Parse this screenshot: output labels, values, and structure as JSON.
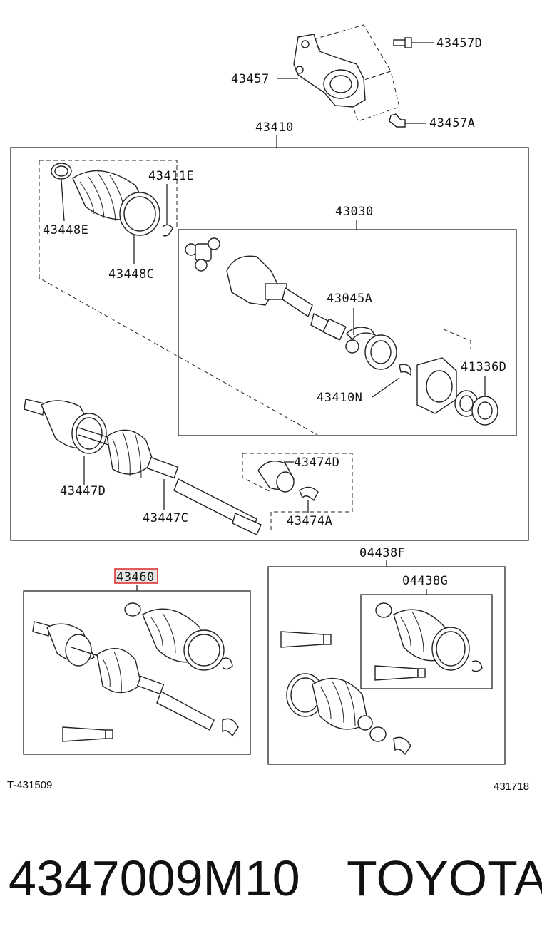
{
  "labels": {
    "p43457D": "43457D",
    "p43457": "43457",
    "p43457A": "43457A",
    "p43410": "43410",
    "p43411E": "43411E",
    "p43448E": "43448E",
    "p43448C": "43448C",
    "p43030": "43030",
    "p43045A": "43045A",
    "p41336D": "41336D",
    "p43410N": "43410N",
    "p43474D": "43474D",
    "p43447D": "43447D",
    "p43447C": "43447C",
    "p43474A": "43474A",
    "p04438F": "04438F",
    "p04438G": "04438G",
    "p43460": "43460"
  },
  "footer": {
    "ref_left": "T-431509",
    "ref_right": "431718"
  },
  "caption": {
    "part_number": "4347009M10",
    "brand": "TOYOTA"
  },
  "highlight_label": "43460"
}
